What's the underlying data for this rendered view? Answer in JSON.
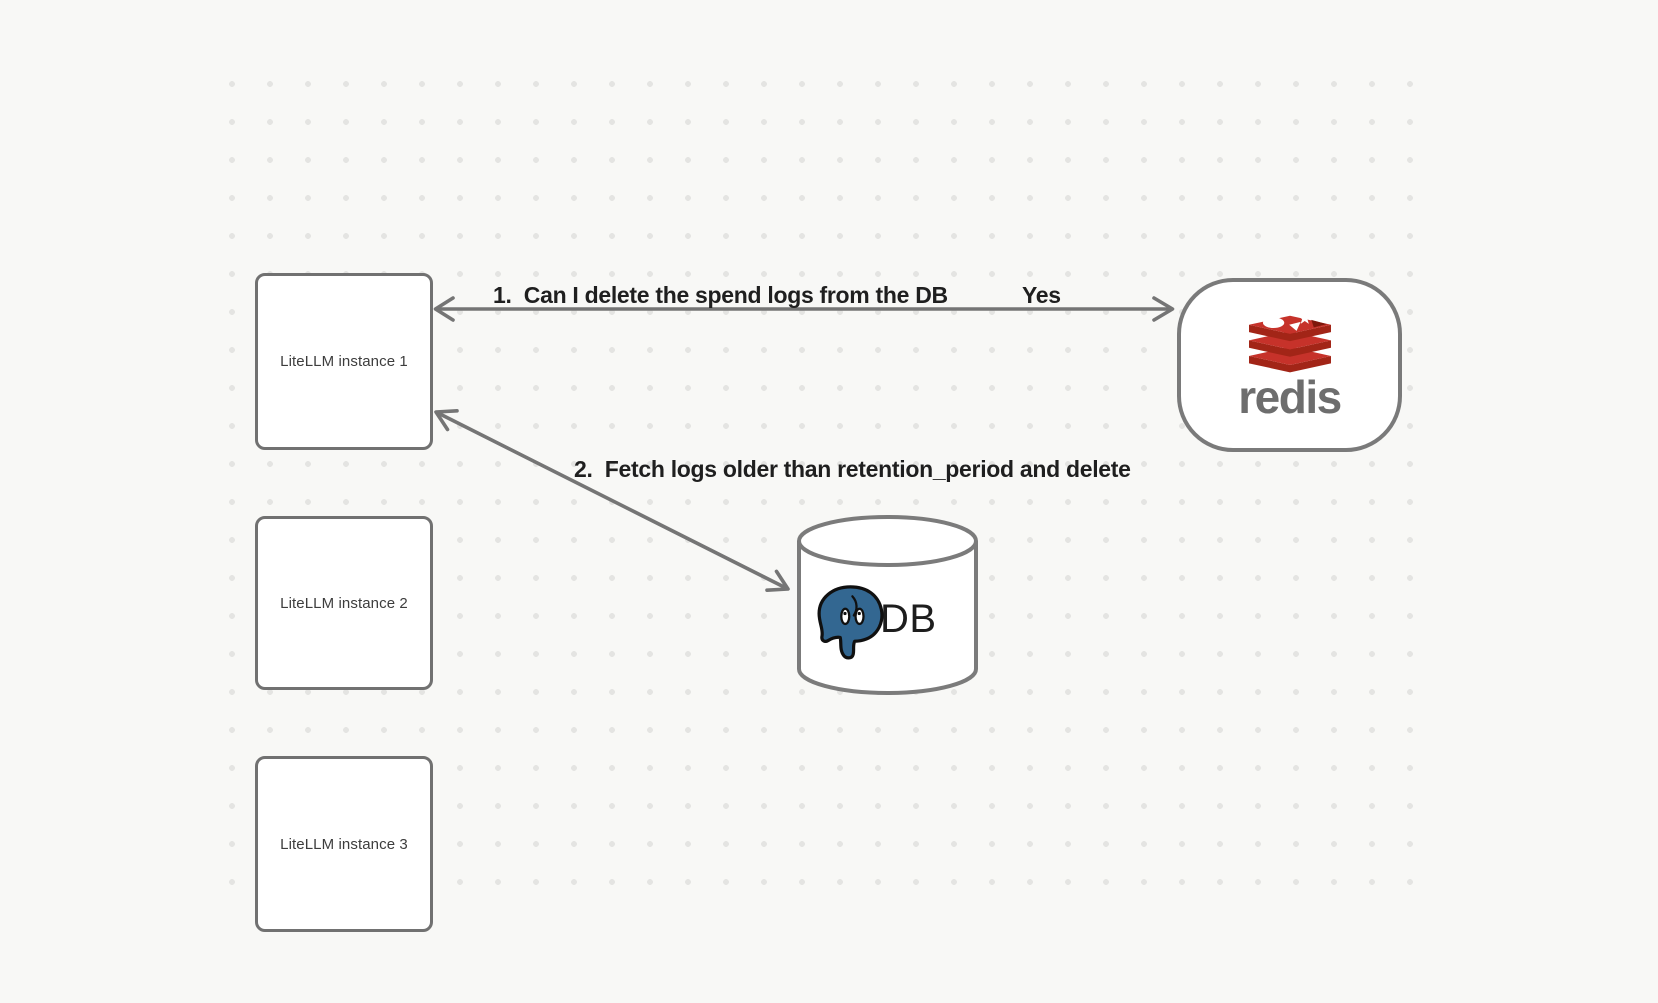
{
  "diagram": {
    "nodes": {
      "instance1": {
        "label": "LiteLLM instance 1"
      },
      "instance2": {
        "label": "LiteLLM instance 2"
      },
      "instance3": {
        "label": "LiteLLM instance 3"
      },
      "redis": {
        "wordmark": "redis"
      },
      "database": {
        "label": "DB"
      }
    },
    "edges": {
      "edge1": {
        "label": "1.  Can I delete the spend logs from the DB",
        "response": "Yes"
      },
      "edge2": {
        "label": "2.  Fetch logs older than retention_period and delete"
      }
    },
    "colors": {
      "background": "#f8f8f6",
      "grid_dot": "#e4e4e2",
      "stroke_gray": "#757575",
      "edge_label_text": "#1f1f1f",
      "node_text": "#3d3d3d",
      "redis_red": "#c6322a",
      "redis_dark_red": "#a22517",
      "redis_wordmark_gray": "#6d6d6d",
      "postgres_blue": "#336791",
      "db_text": "#1d1d1d"
    }
  }
}
